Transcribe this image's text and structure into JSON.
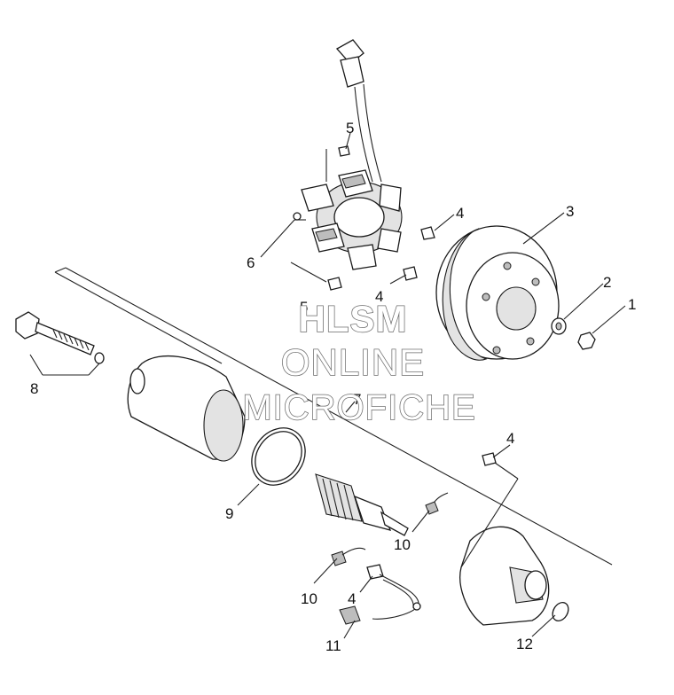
{
  "watermark": {
    "line1": "HLSM",
    "line2": "ONLINE",
    "line3": "MICROFICHE"
  },
  "callouts": {
    "c1": "1",
    "c2": "2",
    "c3": "3",
    "c4a": "4",
    "c4b": "4",
    "c4c": "4",
    "c4d": "4",
    "c5a": "5",
    "c5b": "5",
    "c6": "6",
    "c7": "7",
    "c8": "8",
    "c9": "9",
    "c10a": "10",
    "c10b": "10",
    "c11": "11",
    "c12": "12"
  }
}
